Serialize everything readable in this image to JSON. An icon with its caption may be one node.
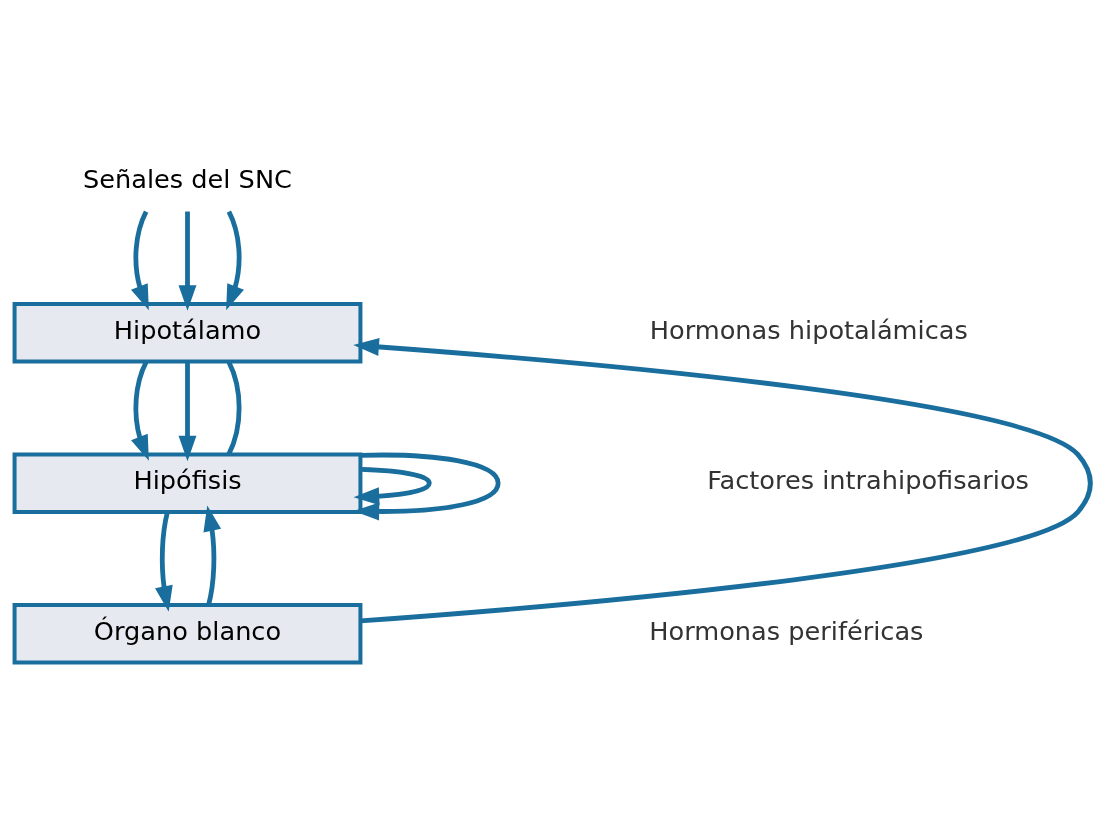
{
  "diagram": {
    "nodes": [
      {
        "text": [
          "Señales del SNC"
        ]
      },
      {
        "text": [
          "Hipotálamo"
        ]
      },
      {
        "text": [
          "Hipófisis"
        ]
      },
      {
        "text": [
          "Órgano blanco"
        ]
      }
    ],
    "edges": [
      {
        "from": 0,
        "to": 1,
        "arrow": "to"
      },
      {
        "from": 0,
        "to": 1,
        "arrow": "to"
      },
      {
        "from": 0,
        "to": 1,
        "arrow": "to"
      },
      {
        "from": 1,
        "to": 2,
        "arrow": "to"
      },
      {
        "from": 1,
        "to": 2,
        "arrow": "to"
      },
      {
        "from": 2,
        "to": 1,
        "arrow": "none"
      },
      {
        "from": 2,
        "to": 2,
        "arrow": "to"
      },
      {
        "from": 2,
        "to": 2,
        "arrow": "to"
      },
      {
        "from": 2,
        "to": 3,
        "arrow": "to"
      },
      {
        "from": 3,
        "to": 1,
        "arrow": "to"
      },
      {
        "from": 3,
        "to": 2,
        "arrow": "to"
      }
    ],
    "labels": [
      "Hormonas hipotalámicas",
      "Factores intrahipofisarios",
      "Hormonas periféricas"
    ]
  }
}
